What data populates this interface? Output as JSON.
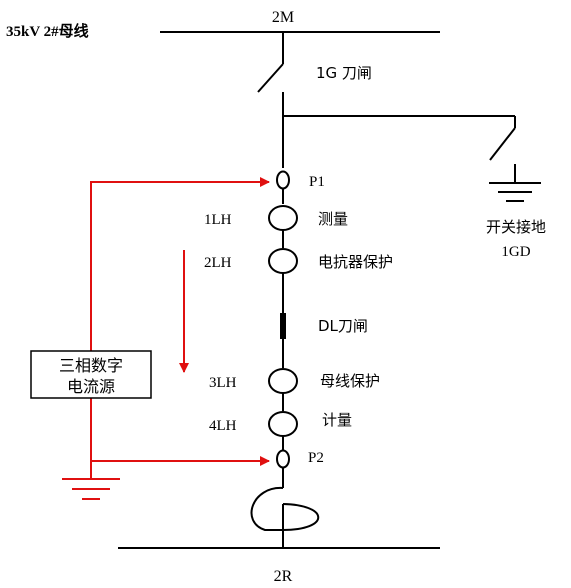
{
  "bus_top": {
    "voltage_label": "35kV 2#母线",
    "name": "2M"
  },
  "bus_bottom": {
    "name": "2R"
  },
  "disconnector_1g": {
    "label": "1G 刀闸"
  },
  "ground_switch": {
    "label_line1": "开关接地",
    "label_line2": "1GD"
  },
  "points": {
    "p1": "P1",
    "p2": "P2"
  },
  "current_transformers": [
    {
      "id": "1LH",
      "function": "测量"
    },
    {
      "id": "2LH",
      "function": "电抗器保护"
    },
    {
      "id": "3LH",
      "function": "母线保护"
    },
    {
      "id": "4LH",
      "function": "计量"
    }
  ],
  "breaker_dl": {
    "label": "DL刀闸"
  },
  "current_source": {
    "label_line1": "三相数字",
    "label_line2": "电流源"
  },
  "colors": {
    "injection_wire": "#e01010",
    "line": "#000000"
  }
}
